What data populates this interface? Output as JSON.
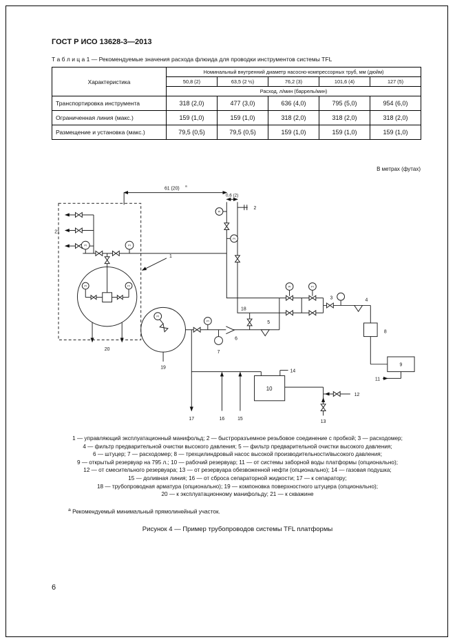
{
  "doc": {
    "header": "ГОСТ Р ИСО  13628-3—2013",
    "page_number": "6"
  },
  "table": {
    "caption": "Т а б л и ц а  1 — Рекомендуемые значения расхода флюида для проводки инструментов системы TFL",
    "col_header_main": "Характеристика",
    "col_header_group": "Номинальный внутренний диаметр насосно-компрессорных труб, мм (дюйм)",
    "diameters": [
      "50,8 (2)",
      "63,5 (2 ½)",
      "76,2 (3)",
      "101,6 (4)",
      "127 (5)"
    ],
    "subheader": "Расход, л/мин (баррель/мин)",
    "rows": [
      {
        "label": "Транспортировка инструмента",
        "values": [
          "318 (2,0)",
          "477 (3,0)",
          "636 (4,0)",
          "795 (5,0)",
          "954 (6,0)"
        ]
      },
      {
        "label": "Ограниченная линия (макс.)",
        "values": [
          "159 (1,0)",
          "159 (1,0)",
          "318 (2,0)",
          "318 (2,0)",
          "318 (2,0)"
        ]
      },
      {
        "label": "Размещение и установка (макс.)",
        "values": [
          "79,5 (0,5)",
          "79,5 (0,5)",
          "159 (1,0)",
          "159 (1,0)",
          "159 (1,0)"
        ]
      }
    ]
  },
  "figure": {
    "units_note": "В метрах (футах)",
    "dim_long": "61 (20)",
    "dim_long_sup": "a",
    "dim_short": "0,6 (2)",
    "pi": "PI",
    "callouts": {
      "c1": "1",
      "c2": "2",
      "c3": "3",
      "c4": "4",
      "c5": "5",
      "c6": "6",
      "c7": "7",
      "c8": "8",
      "c9": "9",
      "c10": "10",
      "c11": "11",
      "c12": "12",
      "c13": "13",
      "c14": "14",
      "c15": "15",
      "c16": "16",
      "c17": "17",
      "c18": "18",
      "c19": "19",
      "c20": "20",
      "c21": "21"
    },
    "legend": [
      "1 — управляющий эксплуатационный манифольд; 2 — быстроразъемное резьбовое соединение с пробкой; 3 — расходомер;",
      "4 — фильтр предварительной очистки высокого давления; 5 — фильтр предварительной очистки высокого давления;",
      "6 — штуцер; 7 — расходомер; 8 — трехцилиндровый насос высокой производительности/высокого давления;",
      "9 — открытый резервуар на 795 л.; 10 — рабочий резервуар; 11 — от системы заборной воды платформы (опционально);",
      "12 — от смесительного резервуара; 13 — от резервуара обезвоженной нефти (опционально); 14 — газовая подушка;",
      "15 — доливная линия; 16 — от сброса сепараторной жидкости; 17 — к сепаратору;",
      "18 — трубопроводная арматура (опционально); 19 — компоновка поверхностного штуцера (опционально);",
      "20 — к эксплуатационному манифольду; 21 — к скважине"
    ],
    "footnote_sup": "a",
    "footnote": "Рекомендуемый минимальный прямолинейный участок.",
    "caption": "Рисунок 4 — Пример трубопроводов системы TFL платформы"
  }
}
